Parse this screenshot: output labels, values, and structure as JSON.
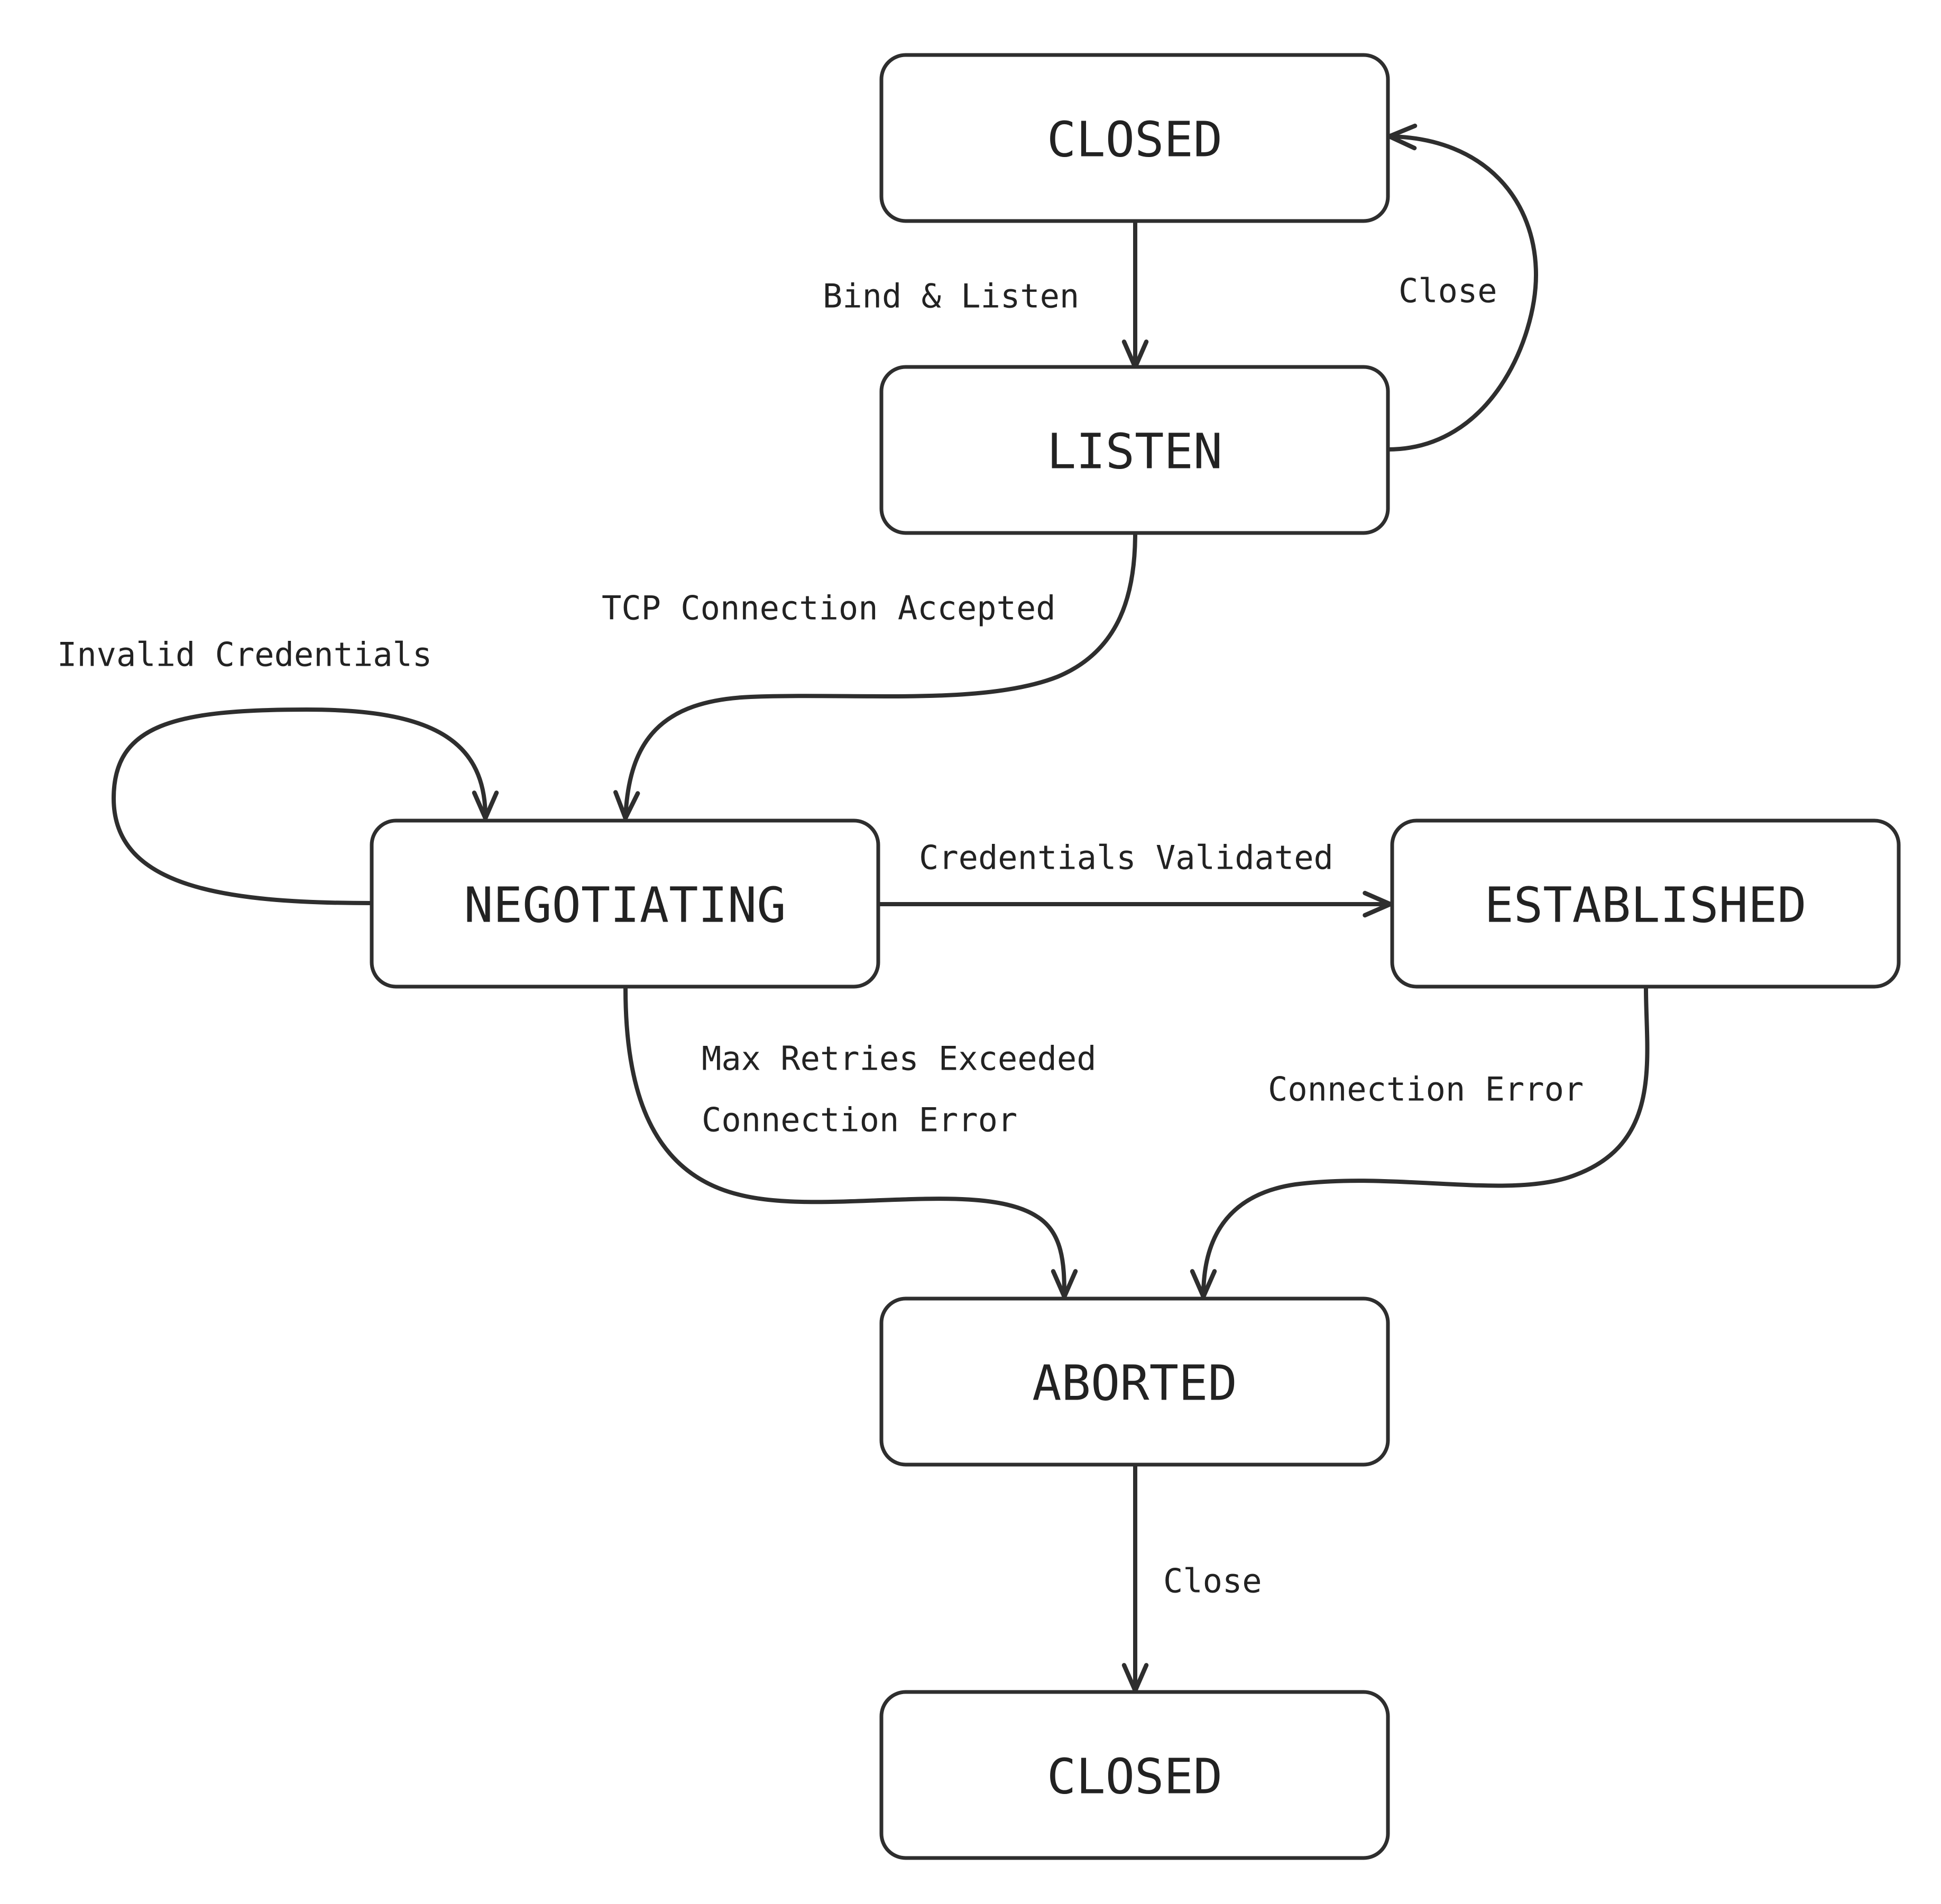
{
  "diagram": {
    "states": {
      "closed_top": "CLOSED",
      "listen": "LISTEN",
      "negotiating": "NEGOTIATING",
      "established": "ESTABLISHED",
      "aborted": "ABORTED",
      "closed_bottom": "CLOSED"
    },
    "transitions": {
      "bind_listen": "Bind & Listen",
      "close_from_listen": "Close",
      "tcp_accepted": "TCP Connection Accepted",
      "invalid_credentials": "Invalid Credentials",
      "credentials_validated": "Credentials Validated",
      "max_retries": "Max Retries Exceeded",
      "connection_error_negotiating": "Connection Error",
      "connection_error_established": "Connection Error",
      "close_from_aborted": "Close"
    }
  },
  "colors": {
    "stroke": "#2e2e2e",
    "text": "#222222",
    "background": "#ffffff"
  }
}
